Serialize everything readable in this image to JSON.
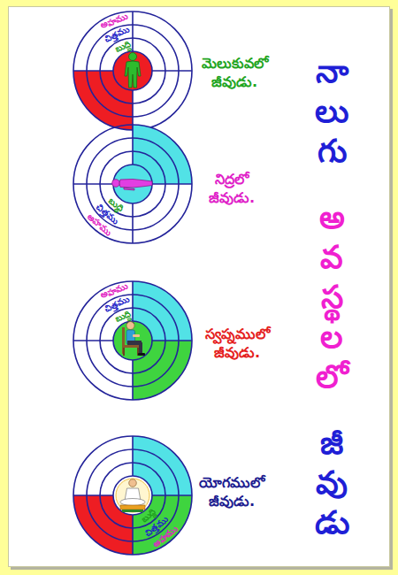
{
  "diagram": {
    "title": "నాలుగు అవస్థలలో జీవుడు",
    "nodes": [
      {
        "text": [
          "మెలుకువలో జీవుడు.",
          "అహము",
          "చిత్తము",
          "బుద్ధి"
        ]
      },
      {
        "text": [
          "నిద్రలో జీవుడు.",
          "అహము",
          "చిత్తము",
          "బుద్ధి"
        ]
      },
      {
        "text": [
          "స్వప్నములో జీవుడు.",
          "అహము",
          "చిత్తము",
          "బుద్ధి"
        ]
      },
      {
        "text": [
          "యోగములో జీవుడు.",
          "అహము",
          "చిత్తము",
          "బుద్ధి"
        ]
      }
    ]
  }
}
